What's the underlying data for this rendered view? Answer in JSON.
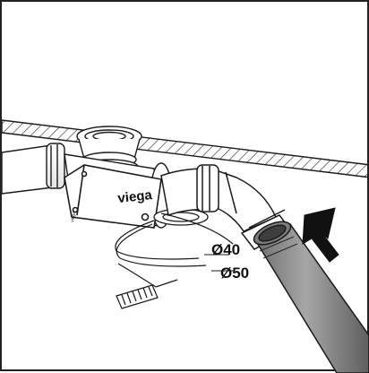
{
  "brand": {
    "logo_text": "viega",
    "small_marking": "viega"
  },
  "dimensions": {
    "small_pipe": "Ø40",
    "large_pipe": "Ø50"
  },
  "colors": {
    "line": "#1a1a1a",
    "pipe_gray": "#8a8a8a",
    "pipe_dark": "#5a5a5a",
    "hatch": "#333333"
  },
  "icons": {
    "arrow": "insert-direction-arrow",
    "connector": "ribbon-connector"
  }
}
